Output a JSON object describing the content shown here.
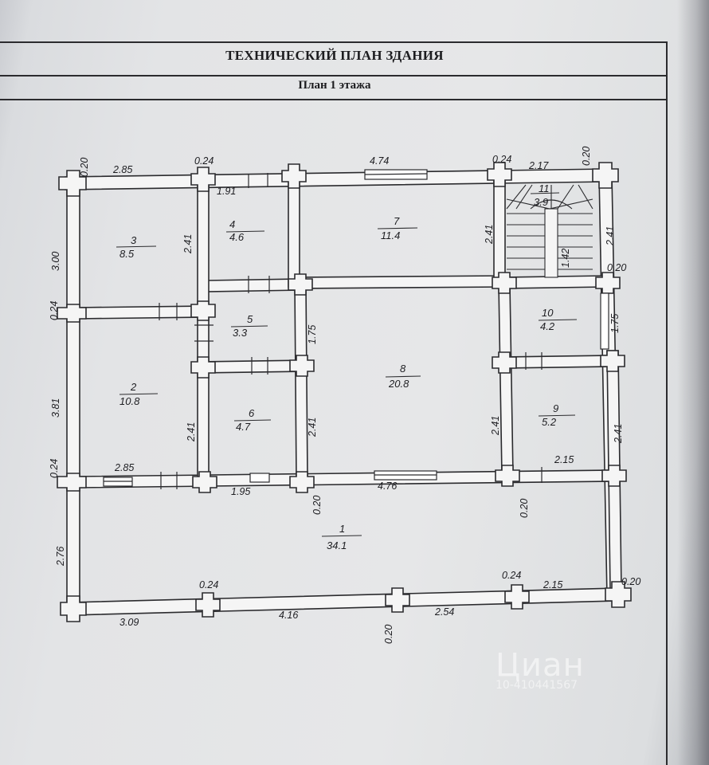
{
  "header": {
    "title": "ТЕХНИЧЕСКИЙ ПЛАН ЗДАНИЯ",
    "subtitle": "План 1 этажа"
  },
  "rooms": [
    {
      "id": "1",
      "number": "1",
      "area": "34.1"
    },
    {
      "id": "2",
      "number": "2",
      "area": "10.8"
    },
    {
      "id": "3",
      "number": "3",
      "area": "8.5"
    },
    {
      "id": "4",
      "number": "4",
      "area": "4.6"
    },
    {
      "id": "5",
      "number": "5",
      "area": "3.3"
    },
    {
      "id": "6",
      "number": "6",
      "area": "4.7"
    },
    {
      "id": "7",
      "number": "7",
      "area": "11.4"
    },
    {
      "id": "8",
      "number": "8",
      "area": "20.8"
    },
    {
      "id": "9",
      "number": "9",
      "area": "5.2"
    },
    {
      "id": "10",
      "number": "10",
      "area": "4.2"
    },
    {
      "id": "11",
      "number": "11",
      "area": "3.9"
    }
  ],
  "dimensions": {
    "top": [
      "0.20",
      "2.85",
      "0.24",
      "1.91",
      "4.74",
      "0.24",
      "2.17",
      "0.20"
    ],
    "left": [
      "3.00",
      "0.24",
      "3.81",
      "0.24",
      "2.76"
    ],
    "inner": [
      "2.41",
      "2.41",
      "2.41",
      "1.75",
      "2.41",
      "2.41",
      "2.41",
      "2.41",
      "2.85",
      "1.95",
      "4.76",
      "2.15",
      "0.20",
      "0.20",
      "1.75",
      "0.20"
    ],
    "stair": "1.42",
    "bottom": [
      "3.09",
      "0.24",
      "4.16",
      "0.20",
      "2.54",
      "0.24",
      "2.15",
      "0.20"
    ]
  },
  "watermark": {
    "logo": "Циан",
    "id": "10-410441567"
  },
  "colors": {
    "paper": "#e5e6e7",
    "wall": "#f4f4f4",
    "ink": "#2b2b2e"
  }
}
